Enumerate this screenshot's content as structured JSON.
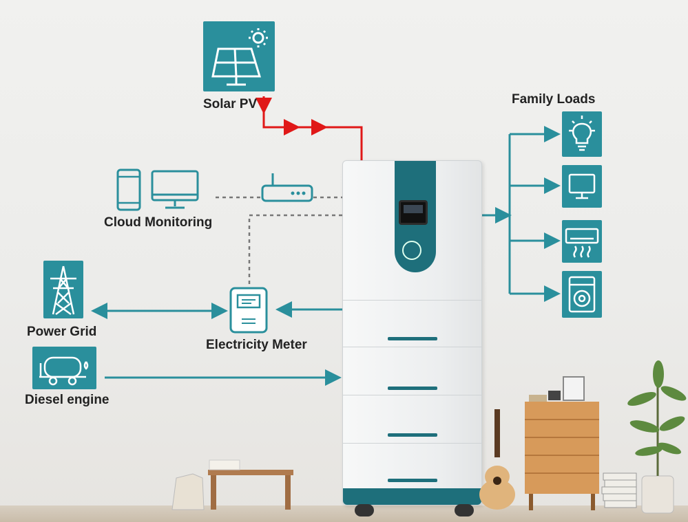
{
  "labels": {
    "solar": "Solar PV",
    "family_loads": "Family Loads",
    "cloud": "Cloud Monitoring",
    "power_grid": "Power Grid",
    "meter": "Electricity Meter",
    "diesel": "Diesel engine"
  },
  "colors": {
    "tile": "#2a8f9c",
    "flow": "#2a8f9c",
    "solar_flow": "#e01818",
    "unit_accent": "#1e6f7b"
  },
  "icons": {
    "solar": "solar-panel-icon",
    "lightbulb": "lightbulb-icon",
    "monitor": "monitor-icon",
    "air_conditioner": "air-conditioner-icon",
    "washing_machine": "washing-machine-icon",
    "phone": "phone-icon",
    "computer": "computer-icon",
    "router": "router-icon",
    "tower": "power-tower-icon",
    "meter": "meter-icon",
    "diesel": "diesel-engine-icon"
  }
}
